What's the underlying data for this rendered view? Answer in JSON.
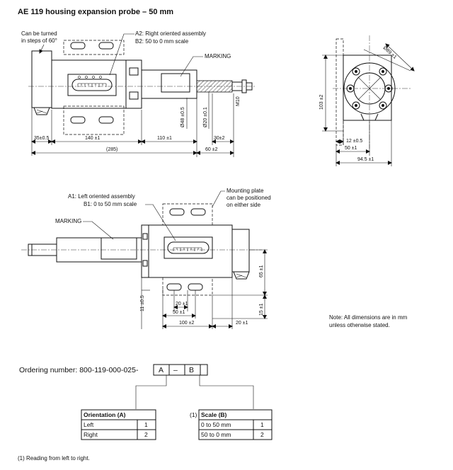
{
  "title": "AE 119 housing expansion probe – 50 mm",
  "top_view": {
    "turn_note_1": "Can be turned",
    "turn_note_2": "in steps of 60°",
    "a2_label": "A2: Right oriented assembly",
    "b2_label": "B2: 50 to 0 mm scale",
    "marking": "MARKING",
    "dims": {
      "d35": "35±0.5",
      "d140": "140 ±1",
      "d110": "110 ±1",
      "d30": "30±2",
      "d285": "(285)",
      "d60": "60 ±2",
      "dia48": "Ø48 ±0.5",
      "dia20": "Ø20 ±0.1",
      "m10": "M10"
    }
  },
  "side_view": {
    "dims": {
      "dia89": "Ø89 ±1",
      "h103": "103 ±2",
      "d12": "12 ±0.5",
      "d50": "50 ±1",
      "d94": "94.5 ±1"
    }
  },
  "bottom_view": {
    "a1_label": "A1: Left oriented assembly",
    "b1_label": "B1: 0 to 50 mm scale",
    "marking": "MARKING",
    "plate_note_1": "Mounting plate",
    "plate_note_2": "can be positioned",
    "plate_note_3": "on either side",
    "dims": {
      "d65": "65 ±1",
      "d11": "11 ±0.5",
      "d20": "20 ±1",
      "d50": "50 ±1",
      "d100": "100 ±2",
      "d20b": "20 ±1",
      "d15": "15 ±1"
    }
  },
  "note_1": "Note: All dimensions are in mm",
  "note_2": "unless otherwise stated.",
  "ordering": {
    "label": "Ordering number: 800-119-000-025-",
    "box_a": "A",
    "dash": "–",
    "box_b": "B"
  },
  "orientation_table": {
    "header": "Orientation (A)",
    "rows": [
      {
        "label": "Left",
        "code": "1"
      },
      {
        "label": "Right",
        "code": "2"
      }
    ]
  },
  "scale_table": {
    "prefix": "(1)",
    "header": "Scale (B)",
    "rows": [
      {
        "label": "0 to 50 mm",
        "code": "1"
      },
      {
        "label": "50 to 0 mm",
        "code": "2"
      }
    ]
  },
  "footnote": "(1) Reading from left to right."
}
